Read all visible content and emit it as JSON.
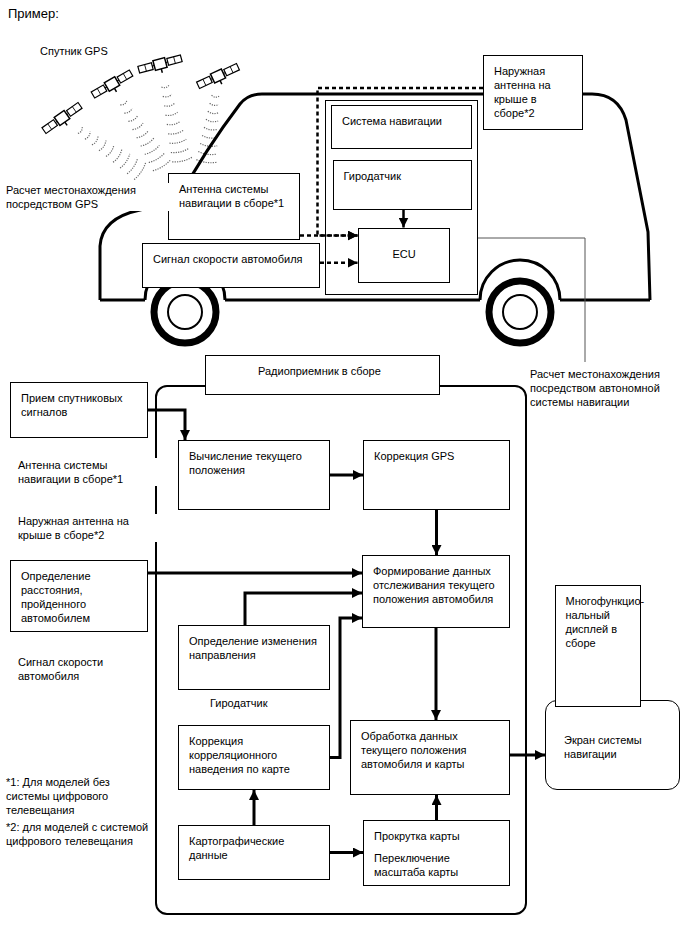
{
  "diagram": {
    "title": "Пример:",
    "nodes": [
      {
        "text": [
          "Наружная антенна на крыше в сборе*2"
        ]
      },
      {
        "text": [
          "Система навигации"
        ]
      },
      {
        "text": [
          "Гиродатчик"
        ],
        "in": 1
      },
      {
        "text": [
          "Антенна системы навигации в сборе*1"
        ]
      },
      {
        "text": [
          "ECU"
        ],
        "in": 1
      },
      {
        "text": [
          "Сигнал скорости автомобиля"
        ]
      },
      {
        "text": [
          "Радиоприемник в сборе"
        ]
      },
      {
        "text": [
          "Прием спутниковых сигналов"
        ]
      },
      {
        "text": [
          "Вычисление текущего положения"
        ],
        "in": 6
      },
      {
        "text": [
          "Коррекция GPS"
        ],
        "in": 6
      },
      {
        "text": [
          "Формирование данных отслеживания текущего положения автомобиля"
        ],
        "in": 6
      },
      {
        "text": [
          "Определение расстояния, пройденного автомобилем"
        ]
      },
      {
        "text": [
          "Определение изменения направления"
        ],
        "in": 6
      },
      {
        "text": [
          "Экран системы навигации"
        ]
      },
      {
        "text": [
          "Многофункцио- нальный дисплей в сборе"
        ],
        "in": 13
      },
      {
        "text": [
          "Коррекция корреляционного наведения по карте"
        ],
        "in": 6
      },
      {
        "text": [
          "Обработка данных текущего положения автомобиля и карты"
        ],
        "in": 6
      },
      {
        "text": [
          "Картографические данные"
        ],
        "in": 6
      },
      {
        "text": [
          "Прокрутка карты",
          "Переключение масштаба карты"
        ],
        "in": 6
      }
    ],
    "edges": [
      {
        "from": 2,
        "to": 4,
        "arrow": "to"
      },
      {
        "from": 3,
        "to": 4,
        "arrow": "to"
      },
      {
        "from": 5,
        "to": 4,
        "arrow": "to"
      },
      {
        "from": 0,
        "to": 4,
        "arrow": "to"
      },
      {
        "from": 7,
        "to": 8,
        "arrow": "to"
      },
      {
        "from": 8,
        "to": 9,
        "arrow": "to"
      },
      {
        "from": 9,
        "to": 10,
        "arrow": "to"
      },
      {
        "from": 11,
        "to": 10,
        "arrow": "to"
      },
      {
        "from": 12,
        "to": 10,
        "arrow": "to"
      },
      {
        "from": 15,
        "to": 10,
        "arrow": "to"
      },
      {
        "from": 10,
        "to": 16,
        "arrow": "to"
      },
      {
        "from": 17,
        "to": 15,
        "arrow": "to"
      },
      {
        "from": 17,
        "to": 18,
        "arrow": "to"
      },
      {
        "from": 18,
        "to": 16,
        "arrow": "to"
      },
      {
        "from": 16,
        "to": 13,
        "arrow": "to"
      }
    ],
    "labels": [
      "Спутник GPS",
      "Расчет местонахождения посредством GPS",
      "Расчет местонахождения посредством автономной системы навигации",
      "Антенна системы навигации в сборе*1",
      "Наружная антенна на крыше в сборе*2",
      "Сигнал скорости автомобиля",
      "Гиродатчик",
      "*1: Для моделей без системы цифрового телевещания",
      "*2: для моделей с системой цифрового телевещания"
    ]
  }
}
